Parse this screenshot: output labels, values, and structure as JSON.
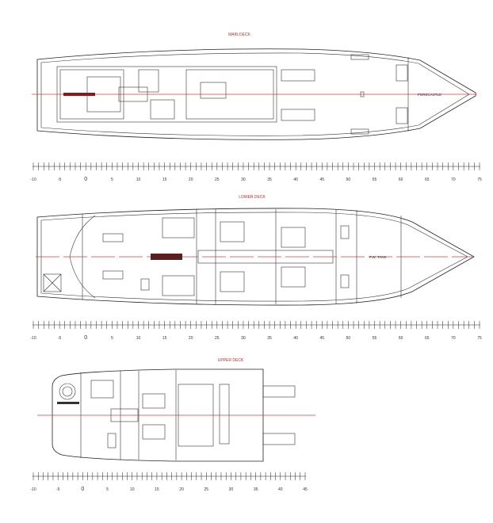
{
  "main_deck": {
    "title": "MAIN DECK",
    "label_forecastle": "FORECASTLE",
    "ruler": {
      "start": -10,
      "end": 75,
      "labels": [
        "-10",
        "-5",
        "0",
        "5",
        "10",
        "15",
        "20",
        "25",
        "30",
        "35",
        "40",
        "45",
        "50",
        "55",
        "60",
        "65",
        "70",
        "75"
      ]
    }
  },
  "lower_deck": {
    "title": "LOWER DECK",
    "label_tank": "F.W. TANK",
    "ruler": {
      "start": -10,
      "end": 75,
      "labels": [
        "-10",
        "-5",
        "0",
        "5",
        "10",
        "15",
        "20",
        "25",
        "30",
        "35",
        "40",
        "45",
        "50",
        "55",
        "60",
        "65",
        "70",
        "75"
      ]
    }
  },
  "upper_deck": {
    "title": "UPPER DECK",
    "ruler": {
      "start": -10,
      "end": 45,
      "labels": [
        "-10",
        "-5",
        "0",
        "5",
        "10",
        "15",
        "20",
        "25",
        "30",
        "35",
        "40",
        "45"
      ]
    }
  },
  "colors": {
    "centerline": "#d04040",
    "title": "#b03030",
    "lines": "#222222"
  }
}
